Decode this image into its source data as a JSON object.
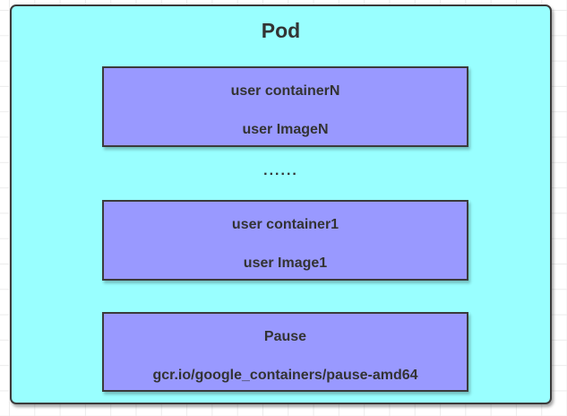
{
  "pod": {
    "title": "Pod",
    "ellipsis": "......",
    "containers": [
      {
        "name": "user containerN",
        "image": "user ImageN"
      },
      {
        "name": "user container1",
        "image": "user Image1"
      },
      {
        "name": "Pause",
        "image": "gcr.io/google_containers/pause-amd64"
      }
    ]
  },
  "colors": {
    "canvas_bg": "#FFFFFF",
    "grid_line": "#ECECEC",
    "pod_fill": "#99FFFF",
    "container_fill": "#9999FF",
    "stroke": "#3B3B3B",
    "text": "#333333"
  }
}
